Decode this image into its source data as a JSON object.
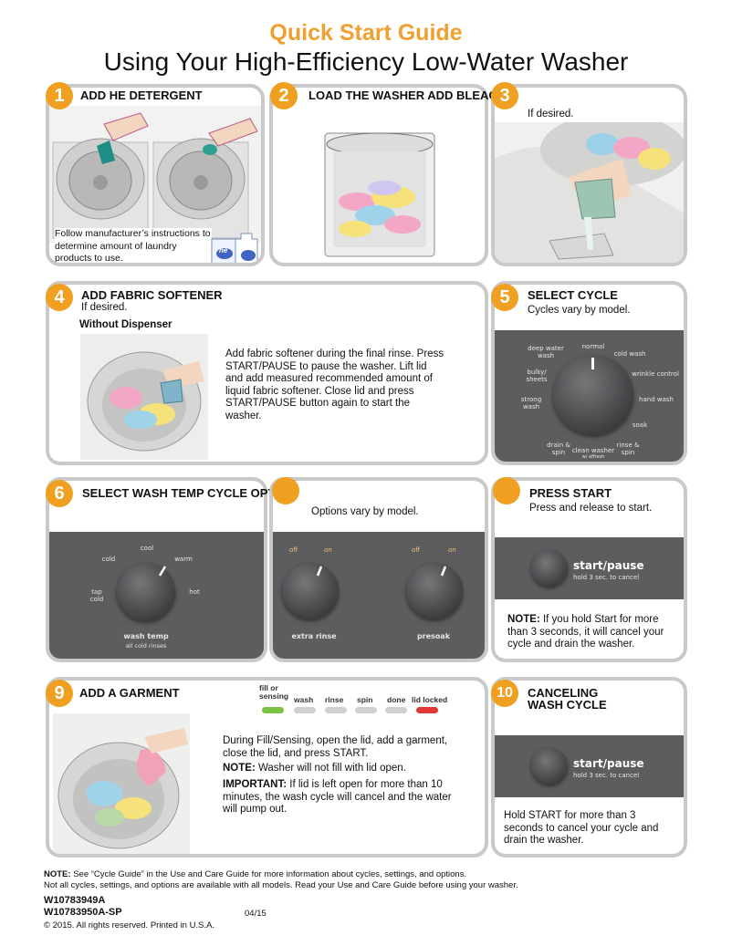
{
  "header": {
    "title": "Quick Start Guide",
    "subtitle": "Using Your High-Efficiency Low-Water Washer"
  },
  "step1": {
    "num": "1",
    "title": "ADD HE DETERGENT",
    "text": "Follow manufacturer’s instructions to determine amount of laundry products to use.",
    "logo": "he"
  },
  "step2": {
    "num": "2",
    "title": "LOAD THE WASHER ADD BLEACH"
  },
  "step3": {
    "num": "3",
    "text": "If desired."
  },
  "step4": {
    "num": "4",
    "title": "ADD FABRIC SOFTENER",
    "subtitle": "If desired.",
    "sub2": "Without Dispenser",
    "text": "Add fabric softener during the final rinse. Press START/PAUSE to pause the washer. Lift lid and add measured recommended amount of liquid fabric softener. Close lid and press START/PAUSE button again to start the washer."
  },
  "step5": {
    "num": "5",
    "title": "SELECT CYCLE",
    "text": "Cycles vary by model.",
    "dial": {
      "normal": "normal",
      "deep_water": "deep water wash",
      "cold_wash": "cold wash",
      "bulky": "bulky/ sheets",
      "wrinkle": "wrinkle control",
      "strong": "strong wash",
      "hand": "hand wash",
      "soak": "soak",
      "drain": "drain & spin",
      "clean": "clean washer",
      "clean_sub": "w/ affresh",
      "rinse": "rinse & spin"
    }
  },
  "step6": {
    "num": "6",
    "title": "SELECT WASH TEMP CYCLE OPTIONS",
    "dial": {
      "cool": "cool",
      "cold": "cold",
      "warm": "warm",
      "tap": "tap cold",
      "hot": "hot",
      "label": "wash temp",
      "sub": "all cold rinses"
    }
  },
  "step7": {
    "text": "Options vary by model.",
    "knob1": {
      "off": "off",
      "on": "on",
      "label": "extra rinse"
    },
    "knob2": {
      "off": "off",
      "on": "on",
      "label": "presoak"
    }
  },
  "step8": {
    "title": "PRESS START",
    "text": "Press and release to start.",
    "button": "start/pause",
    "button_sub": "hold 3 sec. to cancel",
    "note_bold": "NOTE:",
    "note": " If you hold Start for more than 3 seconds, it will cancel your cycle and drain the washer."
  },
  "step9": {
    "num": "9",
    "title": "ADD A GARMENT",
    "status": [
      "fill or sensing",
      "wash",
      "rinse",
      "spin",
      "done",
      "lid locked"
    ],
    "text": "During Fill/Sensing, open the lid, add a garment, close the lid, and press START.",
    "note_bold": "NOTE:",
    "note": " Washer will not fill with lid open.",
    "imp_bold": "IMPORTANT:",
    "imp": " If lid is left open for more than 10 minutes, the wash cycle will cancel and the water will pump out."
  },
  "step10": {
    "num": "10",
    "title1": "CANCELING",
    "title2": "WASH CYCLE",
    "button": "start/pause",
    "button_sub": "hold 3 sec. to cancel",
    "text": "Hold START for more than 3 seconds to cancel your cycle and drain the washer."
  },
  "footer": {
    "note_bold": "NOTE:",
    "note": " See “Cycle Guide” in the Use and Care Guide for more information about cycles, settings, and options.",
    "note2": "Not all cycles, settings, and options are available with all models. Read your Use and Care Guide before using your washer.",
    "part1": "W10783949A",
    "part2": "W10783950A-SP",
    "date": "04/15",
    "copyright": "© 2015. All rights reserved.  Printed in U.S.A."
  }
}
